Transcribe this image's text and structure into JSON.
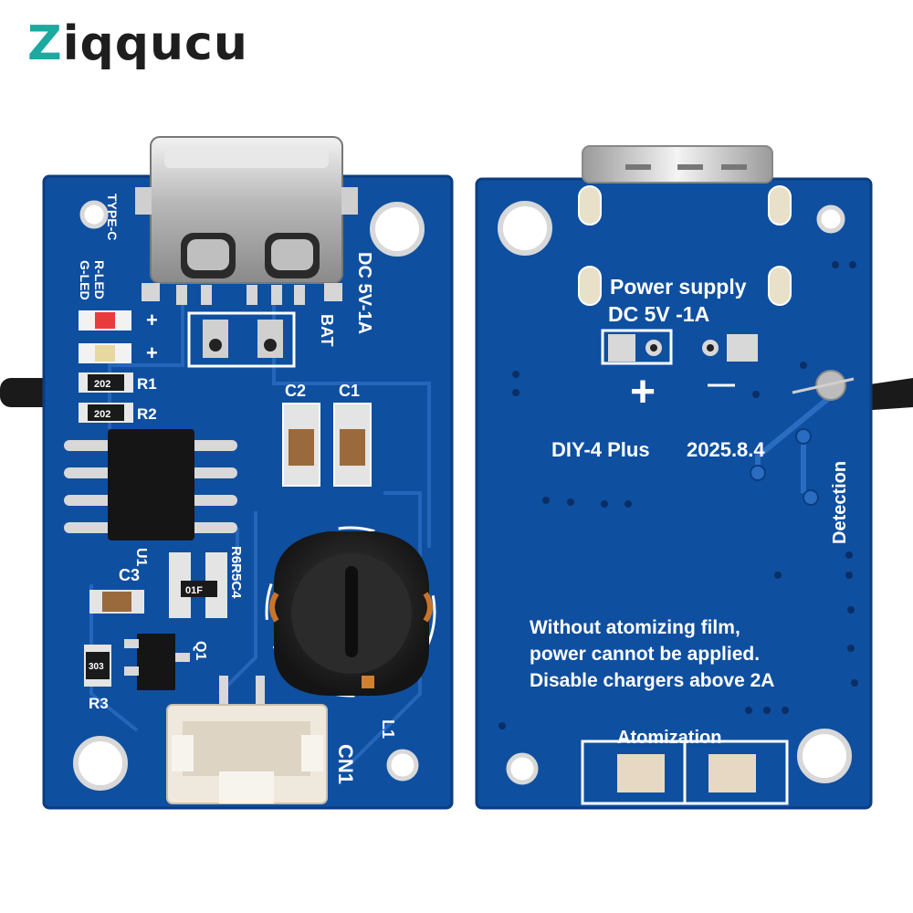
{
  "brand": {
    "name": "Ziqqucu",
    "first_letter": "Z",
    "rest": "iqqucu",
    "accent_color": "#1ba9a0"
  },
  "board_color": "#0f4fa0",
  "front_board": {
    "labels": {
      "type_c": "TYPE-C",
      "dc": "DC 5V-1A",
      "bat": "BAT",
      "c2": "C2",
      "c1": "C1",
      "r1": "R1",
      "r2": "R2",
      "r1_code": "202",
      "r2_code": "202",
      "led_g": "G-LED",
      "led_r": "R-LED",
      "plus1": "+",
      "plus2": "+",
      "c3": "C3",
      "u1": "U1",
      "r6r5c4": "R6R5C4",
      "r_code": "01F",
      "q1": "Q1",
      "r3": "R3",
      "r3_code": "303",
      "l1": "L1",
      "cn1": "CN1"
    }
  },
  "back_board": {
    "power_supply": "Power supply",
    "dc_rating": "DC 5V -1A",
    "plus": "+",
    "minus": "—",
    "model": "DIY-4 Plus",
    "date": "2025.8.4",
    "detection": "Detection",
    "warning_line1": "Without atomizing film,",
    "warning_line2": "power cannot be applied.",
    "warning_line3": "Disable chargers above 2A",
    "atomization": "Atomization"
  }
}
